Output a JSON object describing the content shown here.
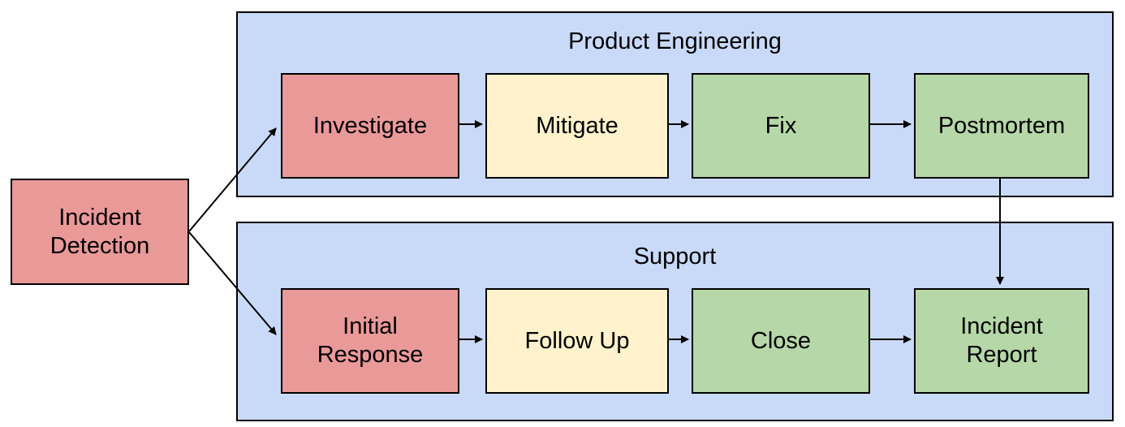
{
  "colors": {
    "background": "#FFFFFF",
    "lane_fill": "#C9DAF8",
    "node_red": "#EA9999",
    "node_yellow": "#FFF2CC",
    "node_green": "#B6D7A8",
    "border": "#000000",
    "text": "#000000",
    "arrow": "#000000"
  },
  "start_node": {
    "label": "Incident Detection",
    "fill": "#EA9999"
  },
  "lanes": [
    {
      "title": "Product Engineering",
      "steps": [
        {
          "label": "Investigate",
          "fill": "#EA9999"
        },
        {
          "label": "Mitigate",
          "fill": "#FFF2CC"
        },
        {
          "label": "Fix",
          "fill": "#B6D7A8"
        },
        {
          "label": "Postmortem",
          "fill": "#B6D7A8"
        }
      ]
    },
    {
      "title": "Support",
      "steps": [
        {
          "label": "Initial Response",
          "fill": "#EA9999"
        },
        {
          "label": "Follow Up",
          "fill": "#FFF2CC"
        },
        {
          "label": "Close",
          "fill": "#B6D7A8"
        },
        {
          "label": "Incident Report",
          "fill": "#B6D7A8"
        }
      ]
    }
  ],
  "connections": [
    {
      "from": "Incident Detection",
      "to": "Investigate"
    },
    {
      "from": "Incident Detection",
      "to": "Initial Response"
    },
    {
      "from": "Investigate",
      "to": "Mitigate"
    },
    {
      "from": "Mitigate",
      "to": "Fix"
    },
    {
      "from": "Fix",
      "to": "Postmortem"
    },
    {
      "from": "Postmortem",
      "to": "Incident Report"
    },
    {
      "from": "Initial Response",
      "to": "Follow Up"
    },
    {
      "from": "Follow Up",
      "to": "Close"
    },
    {
      "from": "Close",
      "to": "Incident Report"
    }
  ]
}
